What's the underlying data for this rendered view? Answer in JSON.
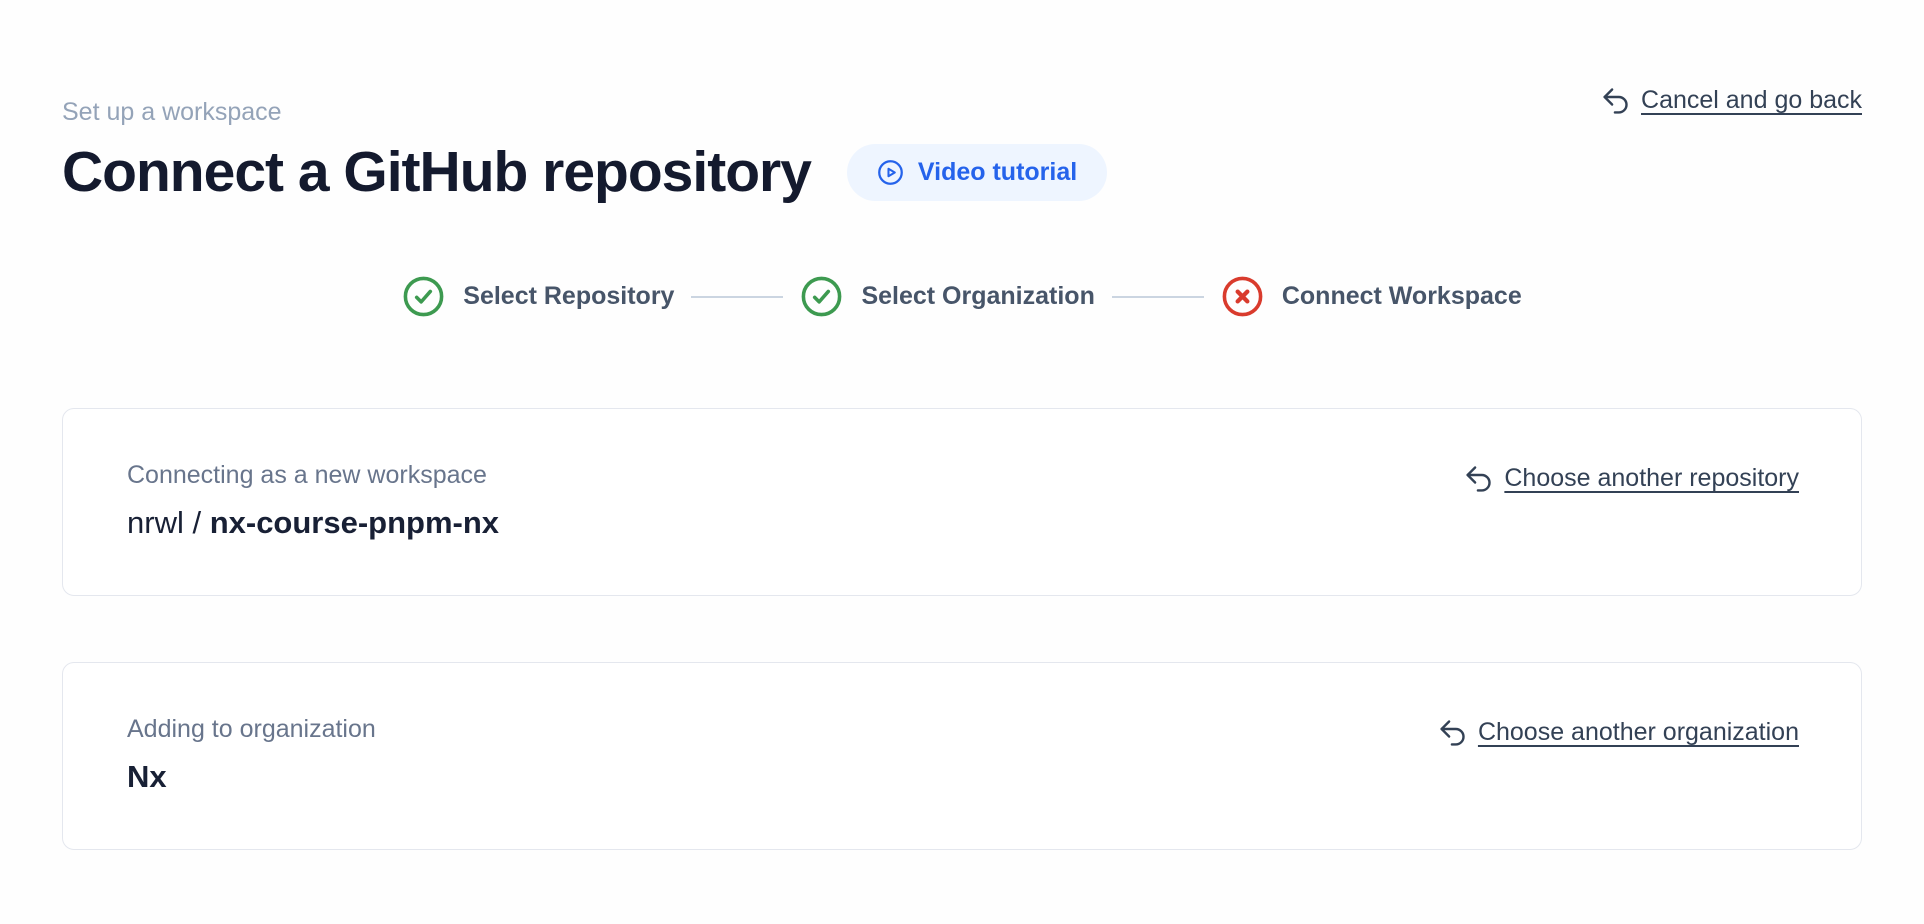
{
  "page": {
    "eyebrow": "Set up a workspace",
    "title": "Connect a GitHub repository"
  },
  "header": {
    "video_button": {
      "label": "Video tutorial",
      "icon": "play-circle-icon"
    },
    "cancel_link": {
      "label": "Cancel and go back",
      "icon": "undo-arrow-icon"
    }
  },
  "stepper": {
    "steps": [
      {
        "label": "Select Repository",
        "status": "complete",
        "icon": "check-circle-icon"
      },
      {
        "label": "Select Organization",
        "status": "complete",
        "icon": "check-circle-icon"
      },
      {
        "label": "Connect Workspace",
        "status": "error",
        "icon": "x-circle-icon"
      }
    ]
  },
  "cards": [
    {
      "label": "Connecting as a new workspace",
      "value_prefix": "nrwl / ",
      "value_main": "nx-course-pnpm-nx",
      "action": {
        "label": "Choose another repository",
        "icon": "undo-arrow-icon"
      }
    },
    {
      "label": "Adding to organization",
      "value_prefix": "",
      "value_main": "Nx",
      "action": {
        "label": "Choose another organization",
        "icon": "undo-arrow-icon"
      }
    }
  ],
  "colors": {
    "accent_blue": "#2563eb",
    "accent_blue_bg": "#eef5ff",
    "success_green": "#3d9a50",
    "error_red": "#d93b2d",
    "link_slate": "#334155",
    "muted_label": "#68758c",
    "connector_gray": "#cbd5e1",
    "card_border": "#e4e7ee"
  }
}
